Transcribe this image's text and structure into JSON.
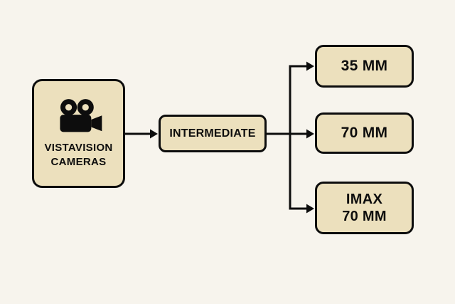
{
  "diagram": {
    "title": "VistaVision cameras film output flowchart",
    "source": {
      "icon": "video-camera-icon",
      "label_line1": "VISTAVISION",
      "label_line2": "CAMERAS"
    },
    "middle": {
      "label": "INTERMEDIATE"
    },
    "outputs": [
      {
        "label": "35 MM"
      },
      {
        "label": "70 MM"
      },
      {
        "label_line1": "IMAX",
        "label_line2": "70 MM"
      }
    ],
    "colors": {
      "background": "#f7f4ed",
      "box_fill": "#ece0bd",
      "box_border": "#0d0d0d",
      "connector": "#0d0d0d",
      "text": "#0d0d0d"
    }
  }
}
